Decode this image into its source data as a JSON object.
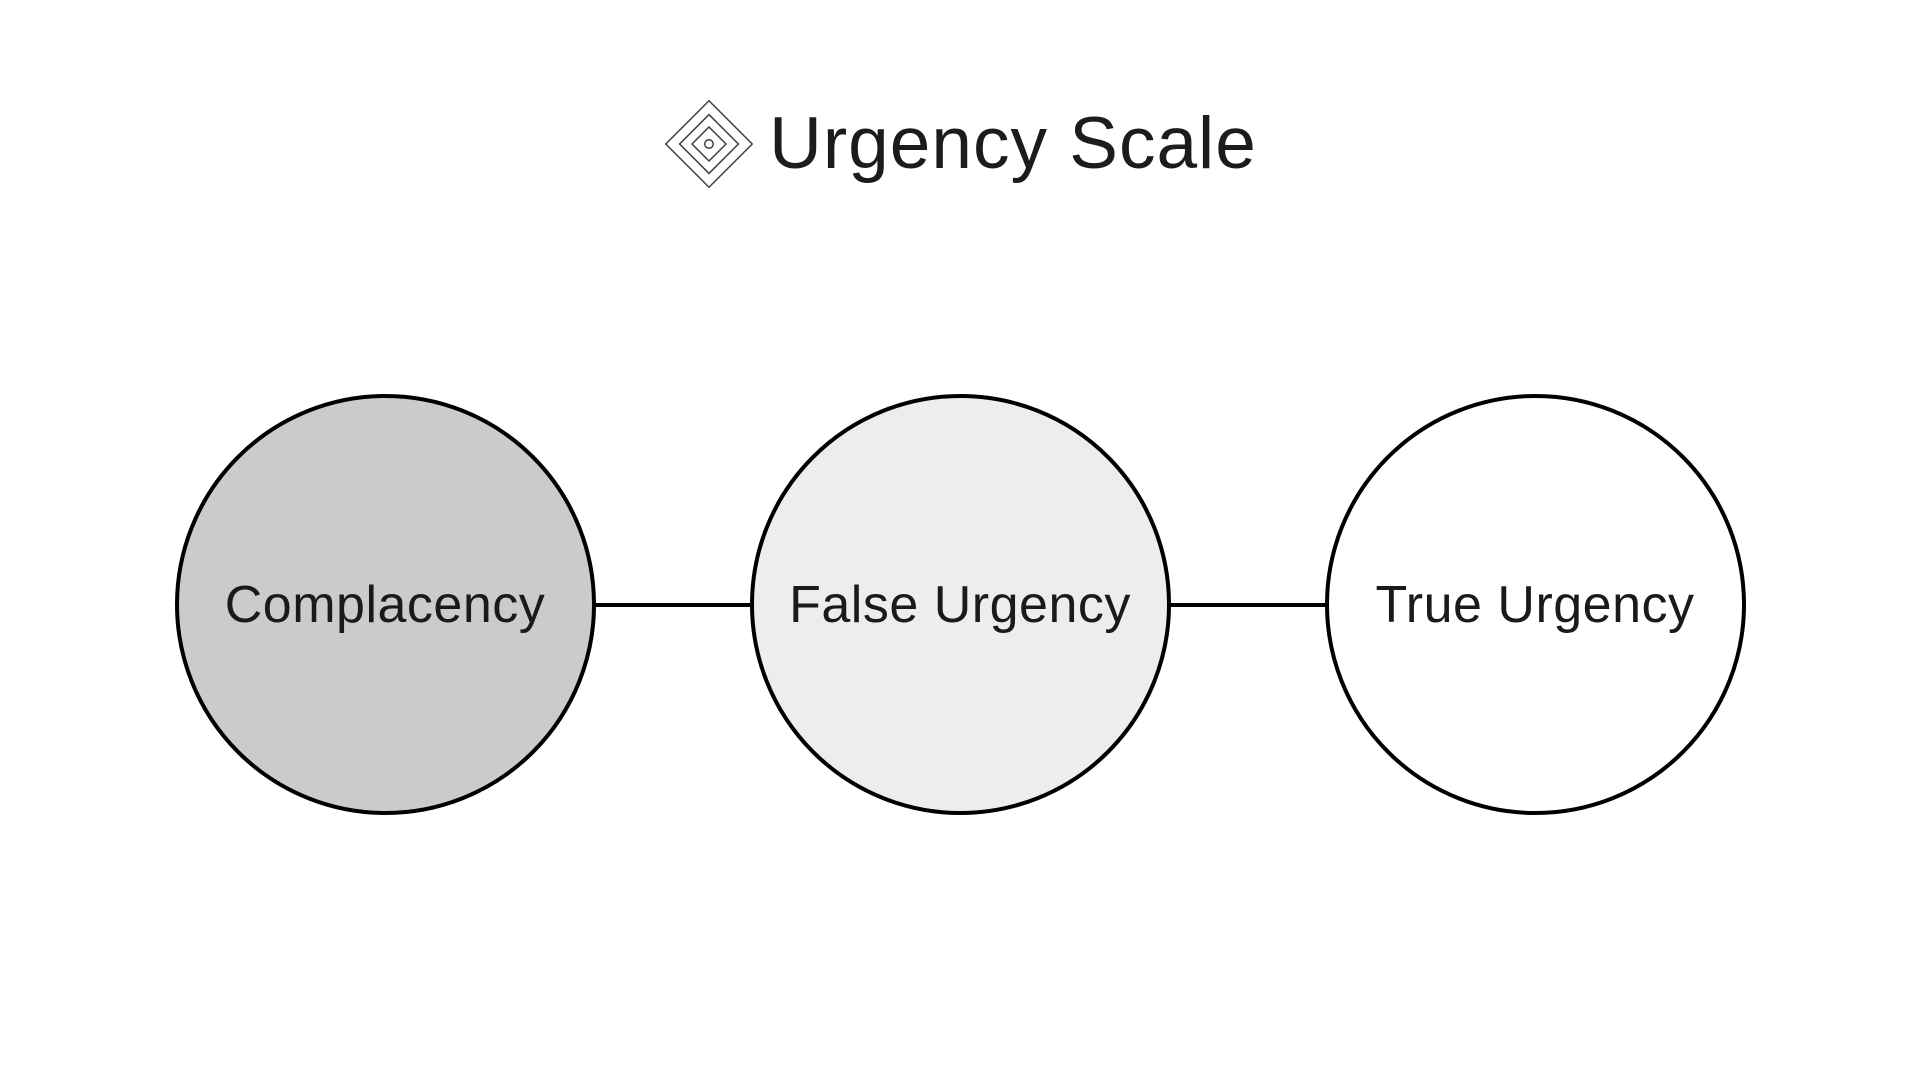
{
  "header": {
    "title": "Urgency Scale",
    "icon": "nested-diamonds-icon"
  },
  "colors": {
    "background": "#ffffff",
    "outline": "#000000",
    "text": "#1a1a1a",
    "icon_stroke": "#3d3d3d"
  },
  "diagram": {
    "type": "linear-scale",
    "connector_color": "#000000",
    "nodes": [
      {
        "label": "Complacency",
        "fill": "#cbcbcb"
      },
      {
        "label": "False Urgency",
        "fill": "#ededed"
      },
      {
        "label": "True Urgency",
        "fill": "#ffffff"
      }
    ]
  }
}
